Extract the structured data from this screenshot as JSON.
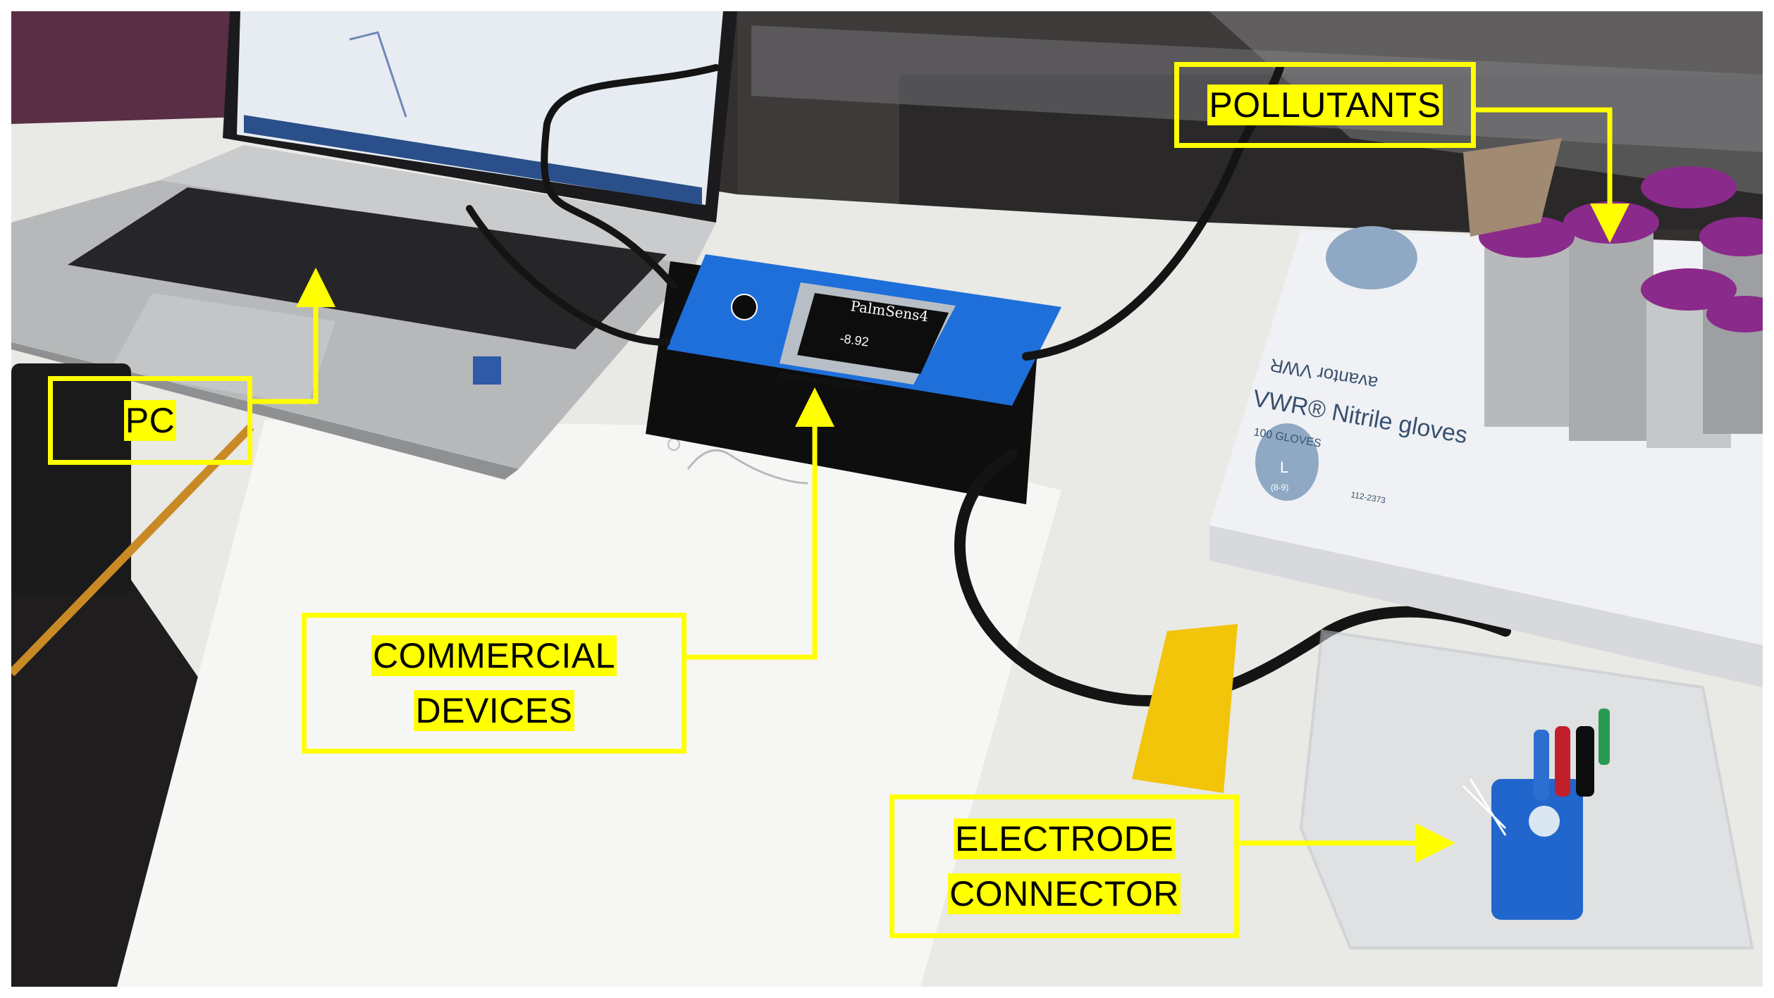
{
  "image": {
    "labels": {
      "pc": "PC",
      "commercial_devices": [
        "COMMERCIAL",
        "DEVICES"
      ],
      "pollutants": "POLLUTANTS",
      "electrode_connector": [
        "ELECTRODE",
        "CONNECTOR"
      ]
    },
    "device_text": {
      "brand": "PalmSens4",
      "subtitle": "Electrochemical Interface",
      "readout": "-8.92"
    },
    "box_text": {
      "brand_line": "VWR® Nitrile gloves",
      "count": "100 GLOVES",
      "size": "L",
      "size_range": "(8-9)",
      "ref": "112-2373",
      "mirrored": "avantor VWR"
    },
    "colors": {
      "callout": "#ffff00",
      "device_blue": "#1e6fd9",
      "vial_cap": "#8a2a8a",
      "tape": "#f2c40a"
    }
  }
}
